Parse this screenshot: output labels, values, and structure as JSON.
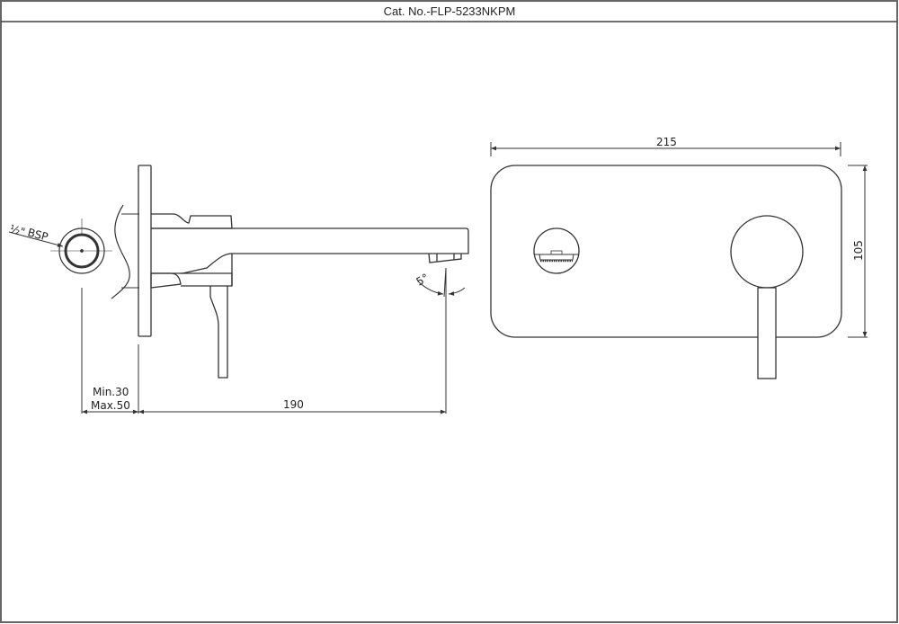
{
  "title": {
    "catalog_label": "Cat. No.-FLP-5233NKPM"
  },
  "side_view": {
    "inlet_label_fraction": "½\"",
    "inlet_label_text": "BSP",
    "angle_label": "5°",
    "wall_gap_min": "Min.30",
    "wall_gap_max": "Max.50",
    "spout_projection": "190"
  },
  "front_view": {
    "plate_width": "215",
    "plate_height": "105"
  },
  "colors": {
    "line": "#333333",
    "border": "#555555",
    "background": "#ffffff"
  }
}
